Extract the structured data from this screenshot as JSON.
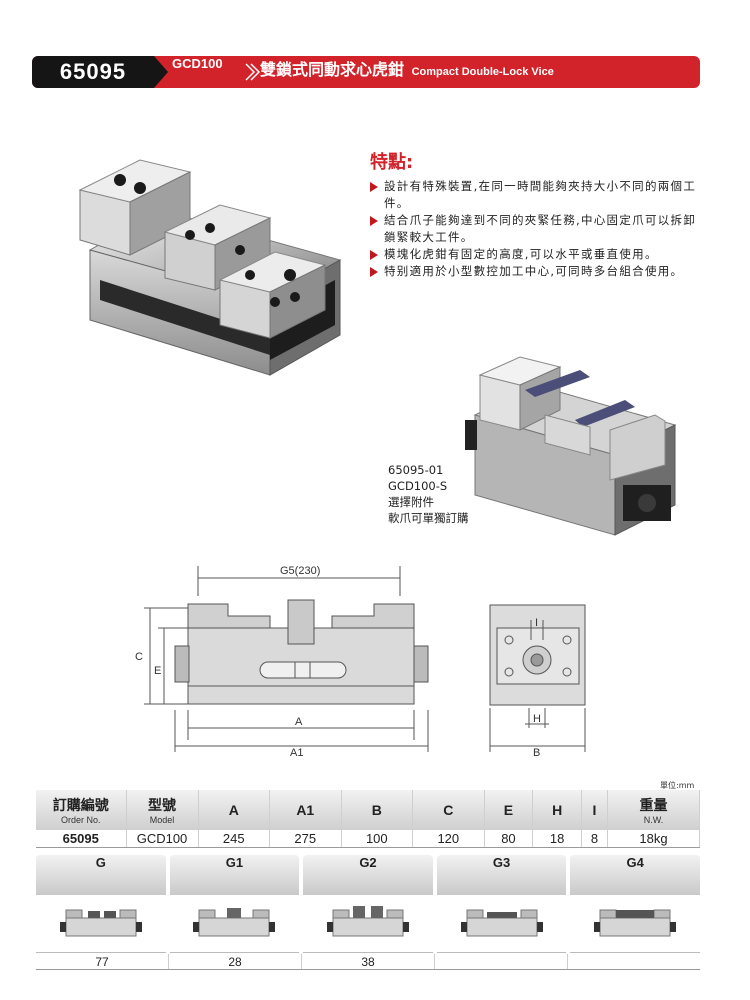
{
  "header": {
    "code": "65095",
    "model": "GCD100",
    "title_zh": "雙鎖式同動求心虎鉗",
    "title_en": "Compact Double-Lock Vice"
  },
  "features": {
    "title": "特點:",
    "items": [
      "設計有特殊裝置,在同一時間能夠夾持大小不同的兩個工件。",
      "結合爪子能夠達到不同的夾緊任務,中心固定爪可以拆卸鎖緊較大工件。",
      "模塊化虎鉗有固定的高度,可以水平或垂直使用。",
      "特别適用於小型數控加工中心,可同時多台組合使用。"
    ]
  },
  "accessory": {
    "code": "65095-01",
    "model": "GCD100-S",
    "line1": "選擇附件",
    "line2": "軟爪可單獨訂購"
  },
  "drawing": {
    "g5": "G5(230)",
    "c": "C",
    "e": "E",
    "a": "A",
    "a1": "A1",
    "i": "I",
    "h": "H",
    "b": "B"
  },
  "spec_table": {
    "unit": "單位:mm",
    "headers": [
      {
        "zh": "訂購編號",
        "en": "Order No."
      },
      {
        "zh": "型號",
        "en": "Model"
      },
      {
        "zh": "A",
        "en": ""
      },
      {
        "zh": "A1",
        "en": ""
      },
      {
        "zh": "B",
        "en": ""
      },
      {
        "zh": "C",
        "en": ""
      },
      {
        "zh": "E",
        "en": ""
      },
      {
        "zh": "H",
        "en": ""
      },
      {
        "zh": "I",
        "en": ""
      },
      {
        "zh": "重量",
        "en": "N.W."
      }
    ],
    "row": [
      "65095",
      "GCD100",
      "245",
      "275",
      "100",
      "120",
      "80",
      "18",
      "8",
      "18kg"
    ]
  },
  "g_table": {
    "headers": [
      "G",
      "G1",
      "G2",
      "G3",
      "G4"
    ],
    "values": [
      "77",
      "28",
      "38",
      "",
      ""
    ]
  },
  "colors": {
    "brand_red": "#d2232a",
    "header_black": "#151515"
  }
}
